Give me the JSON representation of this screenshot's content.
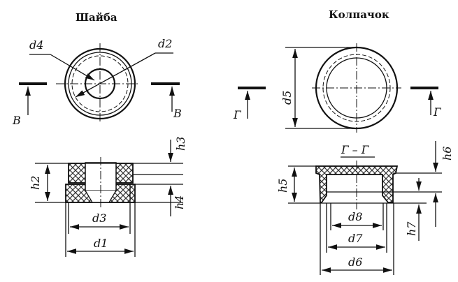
{
  "titles": {
    "washer": "Шайба",
    "cap": "Колпачок"
  },
  "washer": {
    "d4": "d4",
    "d2": "d2",
    "section_left": "В",
    "section_right": "В",
    "h3": "h3",
    "h2": "h2",
    "h4": "h4",
    "d3": "d3",
    "d1": "d1"
  },
  "cap": {
    "section_left": "Г",
    "section_right": "Г",
    "d5": "d5",
    "section_title": "Г – Г",
    "h6": "h6",
    "h5": "h5",
    "h7": "h7",
    "d8": "d8",
    "d7": "d7",
    "d6": "d6"
  }
}
